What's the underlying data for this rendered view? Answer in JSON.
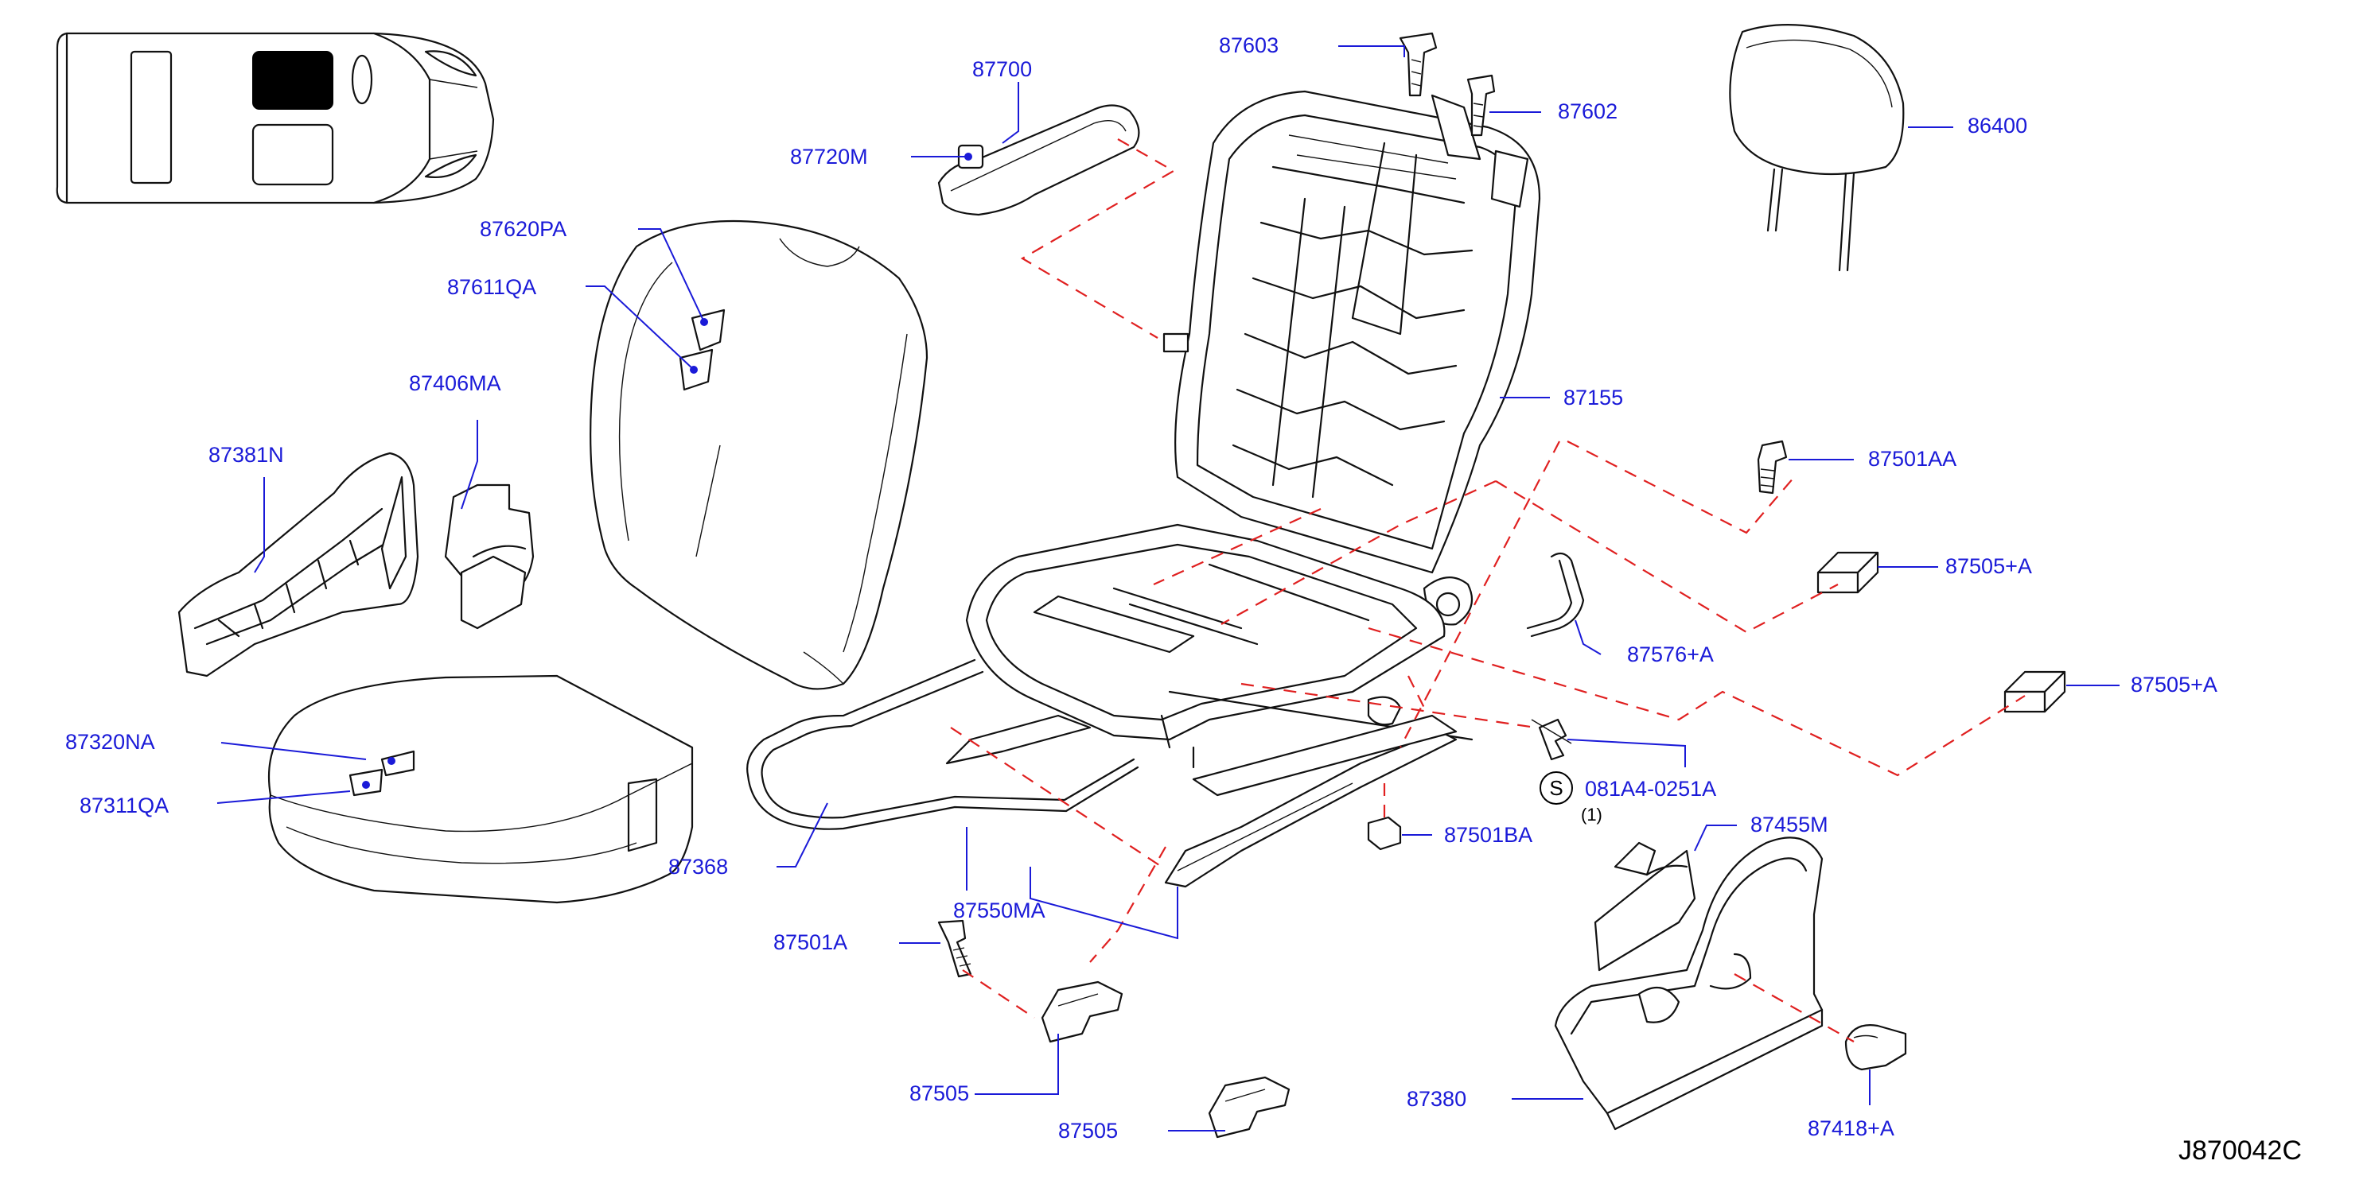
{
  "diagram_ref": "J870042C",
  "labels": {
    "p87603": "87603",
    "p87700": "87700",
    "p87602": "87602",
    "p86400": "86400",
    "p87720M": "87720M",
    "p87620PA": "87620PA",
    "p87611QA": "87611QA",
    "p87406MA": "87406MA",
    "p87155": "87155",
    "p87381N": "87381N",
    "p87501AA": "87501AA",
    "p87505A_1": "87505+A",
    "p87576A": "87576+A",
    "p87505A_2": "87505+A",
    "p87320NA": "87320NA",
    "p87311QA": "87311QA",
    "p081A4": "081A4-0251A",
    "p87501BA": "87501BA",
    "p87455M": "87455M",
    "p87368": "87368",
    "p87550MA": "87550MA",
    "p87501A": "87501A",
    "p87505_1": "87505",
    "p87505_2": "87505",
    "p87380": "87380",
    "p87418A": "87418+A"
  },
  "bolt_symbol": "S",
  "bolt_qty": "(1)",
  "colors": {
    "label": "#1a1ad8",
    "dashed_guide": "#e02020",
    "line": "#111111"
  }
}
